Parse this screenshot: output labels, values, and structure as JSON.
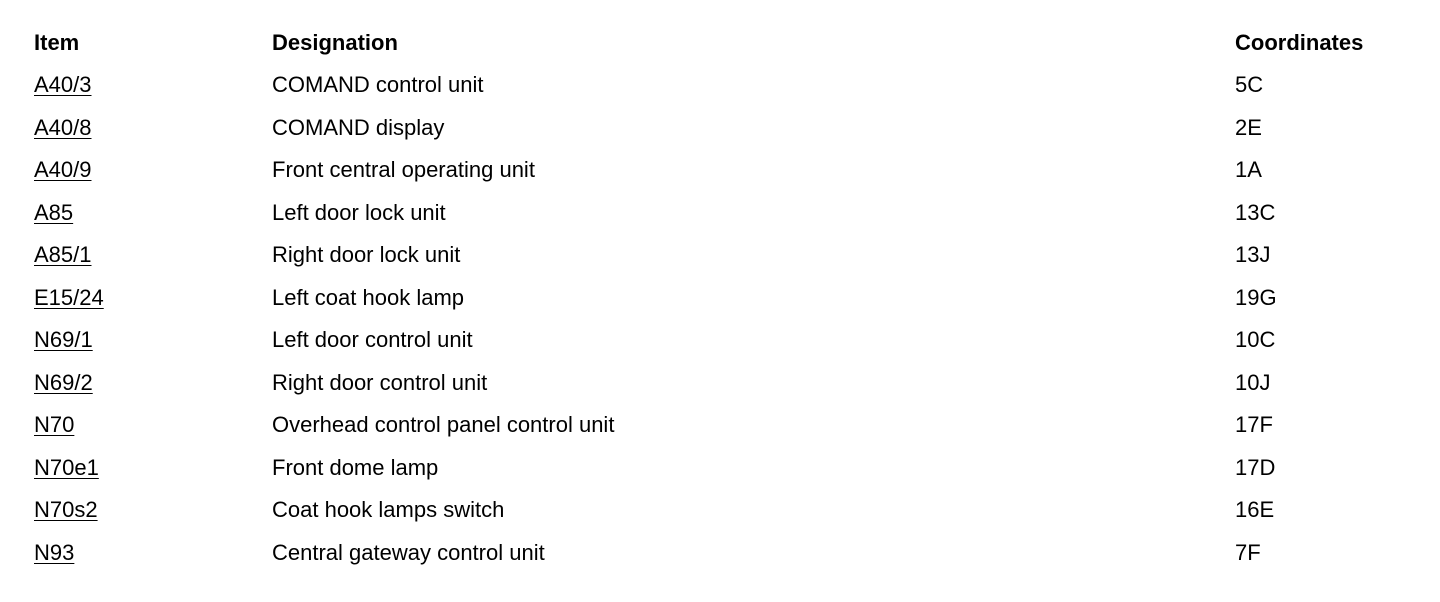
{
  "headers": {
    "item": "Item",
    "designation": "Designation",
    "coordinates": "Coordinates"
  },
  "rows": [
    {
      "item": "A40/3",
      "designation": "COMAND control unit",
      "coordinates": "5C"
    },
    {
      "item": "A40/8",
      "designation": "COMAND display",
      "coordinates": "2E"
    },
    {
      "item": "A40/9",
      "designation": "Front central operating unit",
      "coordinates": "1A"
    },
    {
      "item": "A85",
      "designation": "Left door lock unit",
      "coordinates": "13C"
    },
    {
      "item": "A85/1",
      "designation": "Right door lock unit",
      "coordinates": "13J"
    },
    {
      "item": "E15/24",
      "designation": "Left coat hook lamp",
      "coordinates": "19G"
    },
    {
      "item": "N69/1",
      "designation": "Left door control unit",
      "coordinates": "10C"
    },
    {
      "item": "N69/2",
      "designation": "Right door control unit",
      "coordinates": "10J"
    },
    {
      "item": "N70",
      "designation": "Overhead control panel control unit",
      "coordinates": "17F"
    },
    {
      "item": "N70e1",
      "designation": "Front dome lamp",
      "coordinates": "17D"
    },
    {
      "item": "N70s2",
      "designation": "Coat hook lamps switch",
      "coordinates": "16E"
    },
    {
      "item": "N93",
      "designation": "Central gateway control unit",
      "coordinates": "7F"
    }
  ]
}
